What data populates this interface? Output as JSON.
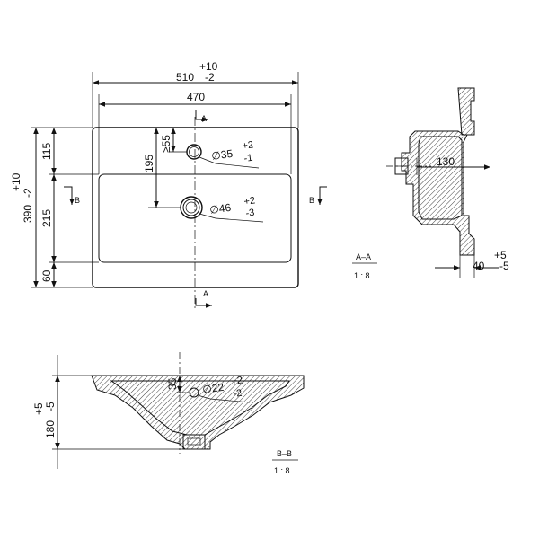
{
  "top_view": {
    "width_outer": "510",
    "width_outer_tol_plus": "+10",
    "width_outer_tol_minus": "-2",
    "width_inner": "470",
    "depth_outer": "390",
    "depth_outer_tol_plus": "+10",
    "depth_outer_tol_minus": "-2",
    "dim_115": "115",
    "dim_215": "215",
    "dim_60": "60",
    "dim_195": "195",
    "dim_55": "≥55",
    "tap_hole": "∅35",
    "tap_hole_tol_plus": "+2",
    "tap_hole_tol_minus": "-1",
    "drain_hole": "∅46",
    "drain_hole_tol_plus": "+2",
    "drain_hole_tol_minus": "-3",
    "section_a_label": "A",
    "section_b_label": "B"
  },
  "section_aa": {
    "title": "A–A",
    "scale": "1 : 8",
    "dim_130": "130",
    "height": "40",
    "height_tol_plus": "+5",
    "height_tol_minus": "-5"
  },
  "section_bb": {
    "title": "B–B",
    "scale": "1 : 8",
    "height": "180",
    "height_tol_plus": "+5",
    "height_tol_minus": "-5",
    "dim_35": "35",
    "overflow_hole": "∅22",
    "overflow_tol_plus": "+2",
    "overflow_tol_minus": "-2"
  }
}
